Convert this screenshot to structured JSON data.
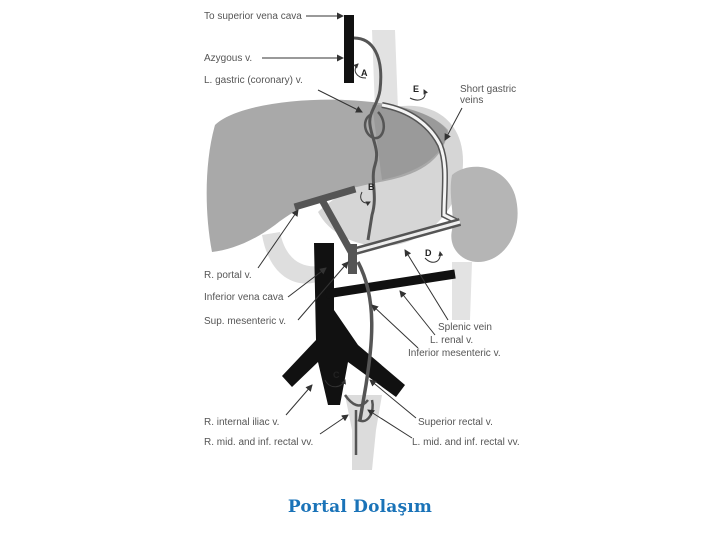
{
  "labels": {
    "superior_vena_cava": "To superior vena cava",
    "azygous": "Azygous v.",
    "left_gastric": "L. gastric (coronary) v.",
    "short_gastric_line1": "Short gastric",
    "short_gastric_line2": "veins",
    "r_portal": "R. portal v.",
    "inferior_vena_cava": "Inferior vena cava",
    "sup_mesenteric": "Sup. mesenteric v.",
    "splenic": "Splenic vein",
    "l_renal": "L. renal v.",
    "inferior_mesenteric": "Inferior mesenteric v.",
    "r_internal_iliac": "R. internal iliac v.",
    "r_rectal": "R. mid. and inf. rectal vv.",
    "superior_rectal": "Superior rectal v.",
    "l_rectal": "L. mid. and inf. rectal vv."
  },
  "markers": {
    "a": "A",
    "b": "B",
    "c": "C",
    "d": "D",
    "e": "E"
  },
  "caption": "Portal Dolaşım"
}
